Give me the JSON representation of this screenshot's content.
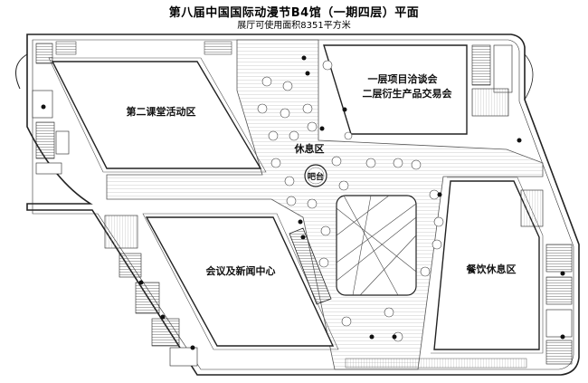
{
  "header": {
    "title": "第八届中国国际动漫节B4馆（一期四层）平面",
    "subtitle": "展厅可使用面积8351平方米"
  },
  "zones": {
    "second_classroom": "第二课堂活动区",
    "project_trade_1": "一层项目洽谈会",
    "project_trade_2": "二层衍生产品交易会",
    "rest_area": "休息区",
    "bar": "吧台",
    "conference_center": "会议及新闻中心",
    "dining_rest": "餐饮休息区"
  },
  "colors": {
    "line": "#222222",
    "hatch": "#9a9a9a",
    "floor_fill": "#f2f2f2",
    "stair_fill": "#6b6b6b"
  }
}
